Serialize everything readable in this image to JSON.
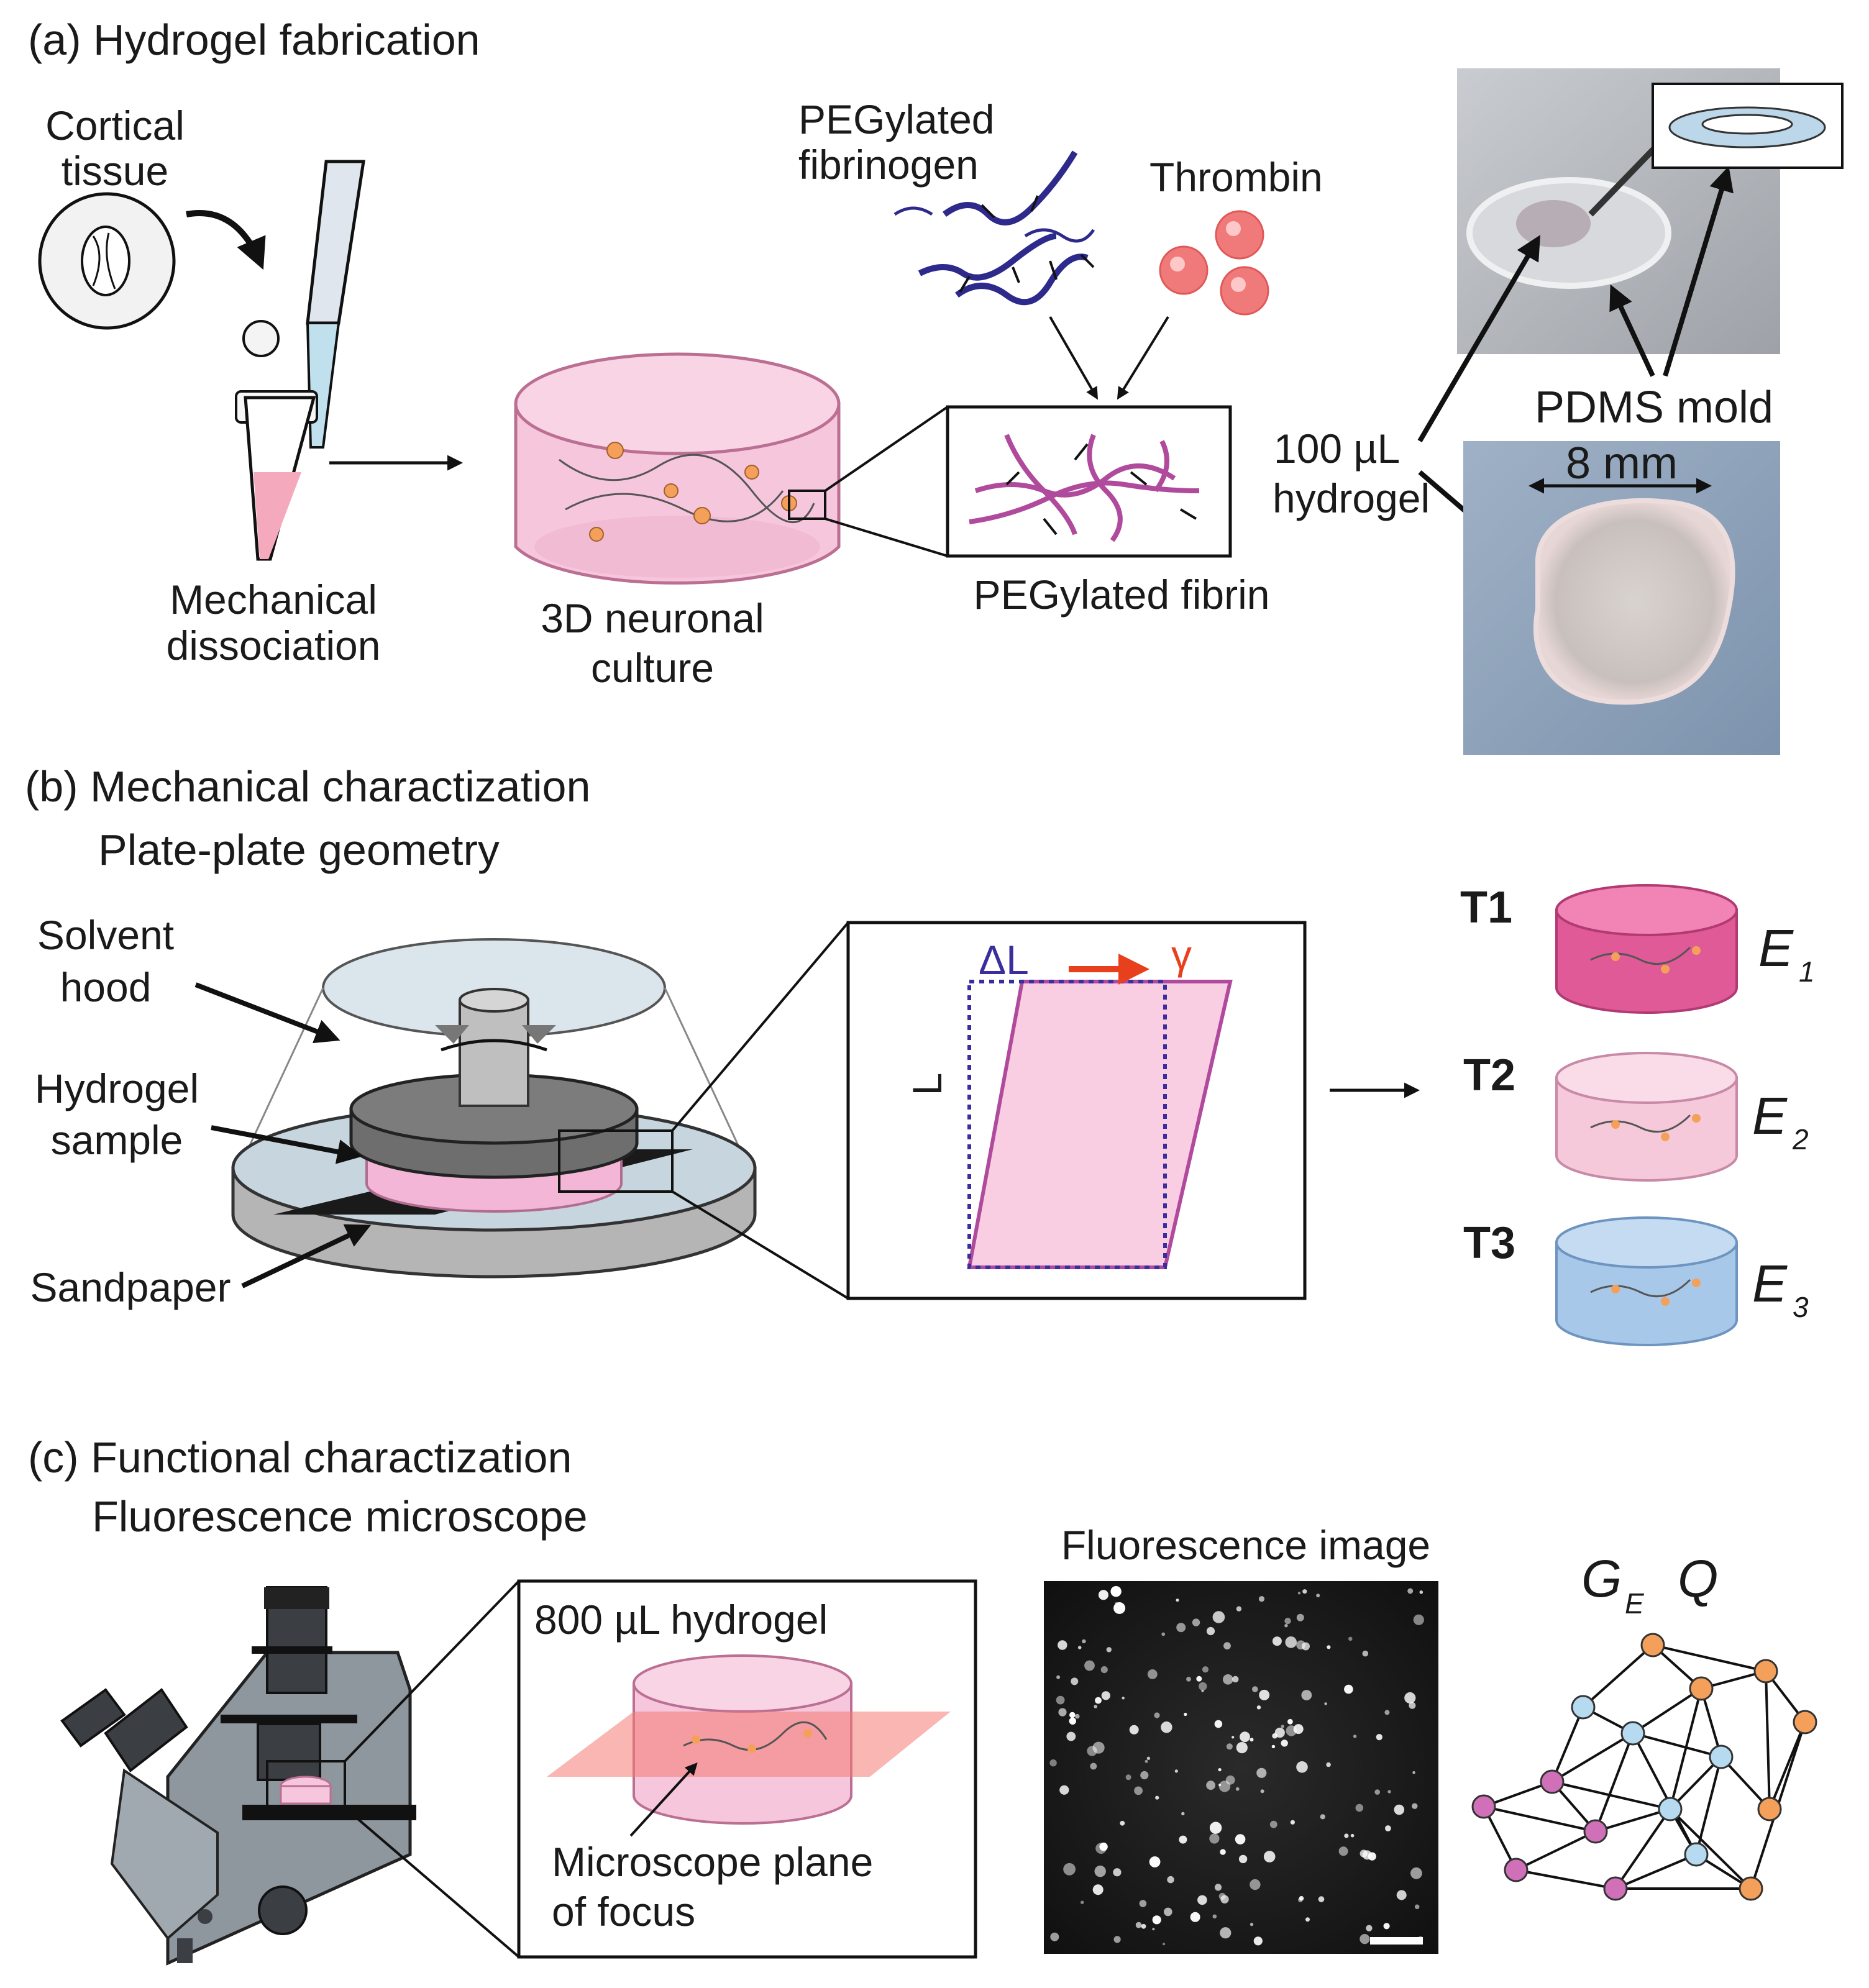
{
  "panel_a": {
    "title": "(a)  Hydrogel fabrication",
    "cortical_line1": "Cortical",
    "cortical_line2": "tissue",
    "mech_line1": "Mechanical",
    "mech_line2": "dissociation",
    "culture_line1": "3D neuronal",
    "culture_line2": "culture",
    "fibrinogen_line1": "PEGylated",
    "fibrinogen_line2": "fibrinogen",
    "thrombin": "Thrombin",
    "fibrin": "PEGylated fibrin",
    "volume_line1": "100 µL",
    "volume_line2": "hydrogel",
    "mold": "PDMS mold",
    "size": "8 mm"
  },
  "panel_b": {
    "title": "(b) Mechanical charactization",
    "subtitle": "Plate-plate geometry",
    "solvent_line1": "Solvent",
    "solvent_line2": "hood",
    "sample_line1": "Hydrogel",
    "sample_line2": "sample",
    "sandpaper": "Sandpaper",
    "delta_l": "ΔL",
    "gamma": "γ",
    "l": "L",
    "t1": "T1",
    "t2": "T2",
    "t3": "T3",
    "e": "E",
    "e1_sub": "1",
    "e2_sub": "2",
    "e3_sub": "3"
  },
  "panel_c": {
    "title": "(c) Functional charactization",
    "subtitle": "Fluorescence microscope",
    "volume": "800 µL hydrogel",
    "focus_line1": "Microscope plane",
    "focus_line2": "of focus",
    "image_title": "Fluorescence image",
    "g": "G",
    "g_sub": "E",
    "q": "Q"
  },
  "colors": {
    "pink_gel": "#f6c6dc",
    "magenta_gel": "#e05a98",
    "blue_gel": "#a8c8ea",
    "peg_blue": "#2e2a8c",
    "fibrin_magenta": "#b04a9c",
    "thrombin": "#f07a7a",
    "red_arrow": "#e8401c",
    "node_orange": "#f5a05a",
    "node_blue": "#b6daf0",
    "node_pink": "#d070b8"
  }
}
